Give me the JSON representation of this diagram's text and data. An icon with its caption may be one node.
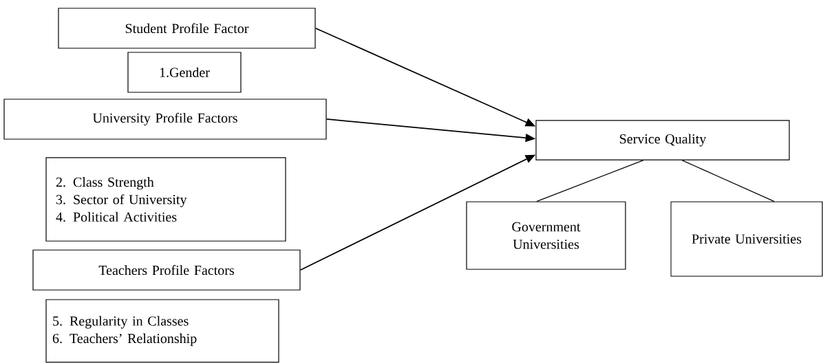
{
  "diagram": {
    "nodes": [
      {
        "text": [
          "Student Profile Factor"
        ]
      },
      {
        "text": [
          "1.Gender"
        ]
      },
      {
        "text": [
          "University Profile Factors"
        ]
      },
      {
        "text": [
          "2. Class Strength",
          "3. Sector of University",
          "4. Political Activities"
        ]
      },
      {
        "text": [
          "Teachers Profile Factors"
        ]
      },
      {
        "text": [
          "5. Regularity in Classes",
          "6. Teachers’ Relationship"
        ]
      },
      {
        "text": [
          "Service Quality"
        ]
      },
      {
        "text": [
          "Government Universities"
        ]
      },
      {
        "text": [
          "Private Universities"
        ]
      }
    ],
    "edges": [
      {
        "from": 0,
        "to": 6,
        "arrow": "to"
      },
      {
        "from": 2,
        "to": 6,
        "arrow": "to"
      },
      {
        "from": 4,
        "to": 6,
        "arrow": "to"
      },
      {
        "from": 6,
        "to": 7,
        "arrow": "none"
      },
      {
        "from": 6,
        "to": 8,
        "arrow": "none"
      }
    ]
  }
}
